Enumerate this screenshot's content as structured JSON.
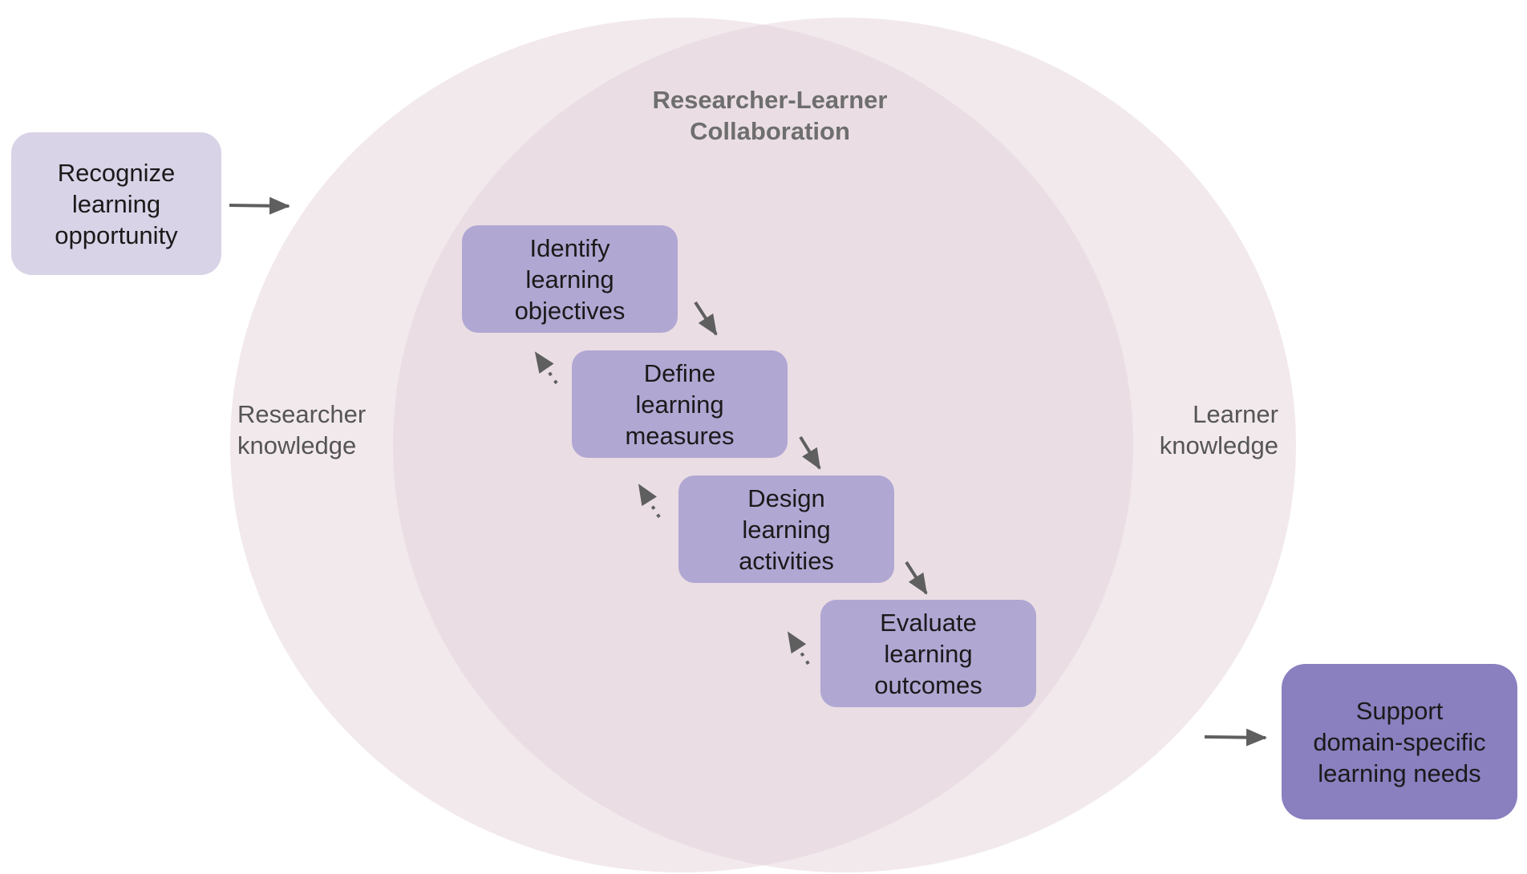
{
  "colors": {
    "background": "#ffffff",
    "circle_fill": "#f2e9ec",
    "overlap_fill": "#eadee4",
    "input_box": "#d9d3e7",
    "step_box": "#b1a7d3",
    "output_box": "#8a7fbf",
    "arrow": "#5f5f5f",
    "label_text": "#555555",
    "title_text": "#6e6e6e"
  },
  "collaboration": {
    "title_lines": [
      "Researcher-Learner",
      "Collaboration"
    ]
  },
  "left_circle": {
    "label_lines": [
      "Researcher",
      "knowledge"
    ]
  },
  "right_circle": {
    "label_lines": [
      "Learner",
      "knowledge"
    ]
  },
  "input": {
    "lines": [
      "Recognize",
      "learning",
      "opportunity"
    ]
  },
  "steps": [
    {
      "lines": [
        "Identify",
        "learning",
        "objectives"
      ]
    },
    {
      "lines": [
        "Define",
        "learning",
        "measures"
      ]
    },
    {
      "lines": [
        "Design",
        "learning",
        "activities"
      ]
    },
    {
      "lines": [
        "Evaluate",
        "learning",
        "outcomes"
      ]
    }
  ],
  "output": {
    "lines": [
      "Support",
      "domain-specific",
      "learning needs"
    ]
  },
  "arrows": {
    "forward_style": "solid",
    "feedback_style": "dotted"
  }
}
